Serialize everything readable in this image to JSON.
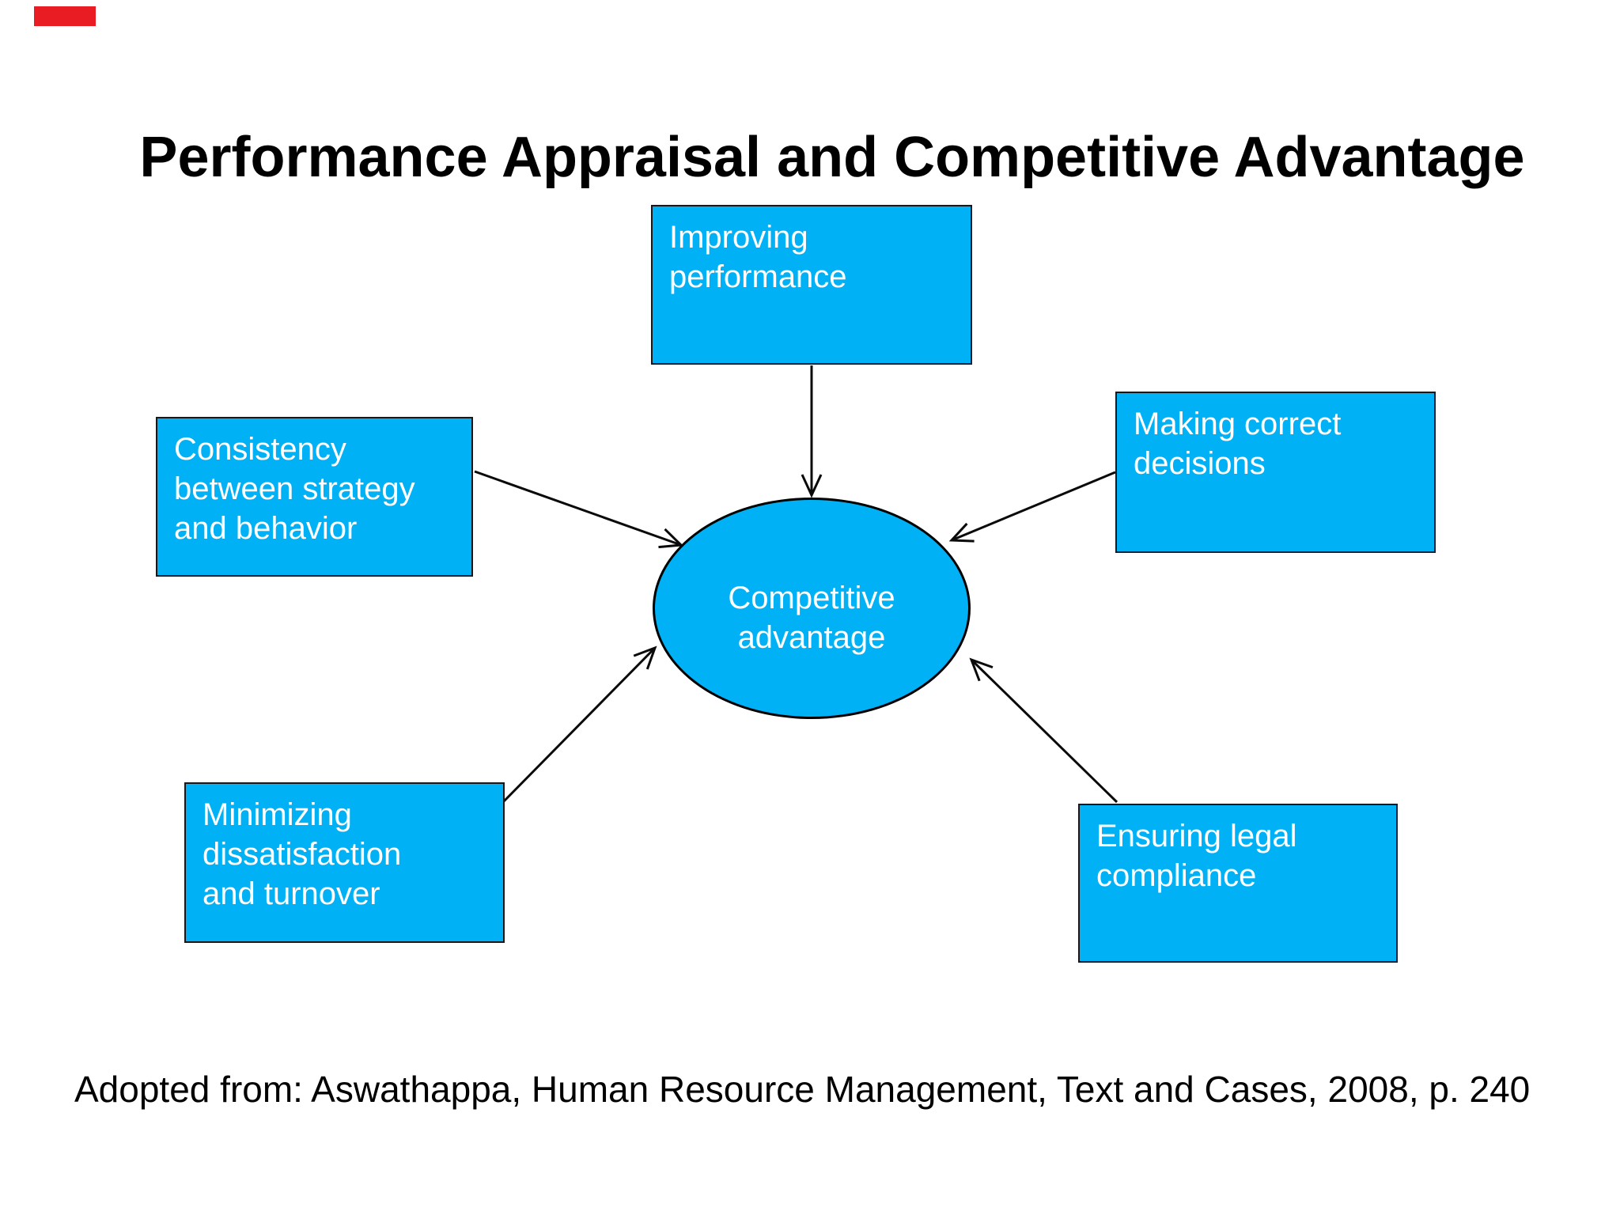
{
  "slide": {
    "title": "Performance Appraisal and Competitive Advantage",
    "source_note": "Adopted from: Aswathappa, Human Resource Management, Text and Cases, 2008, p. 240"
  },
  "colors": {
    "node_fill": "#00b2f5",
    "node_text": "#ffffff",
    "box_border": "#14181f",
    "ellipse_border": "#000000",
    "arrow": "#0a0a0a",
    "title_text": "#000000",
    "marker_red": "#e91c23"
  },
  "diagram": {
    "center_node": {
      "label": "Competitive\nadvantage"
    },
    "factor_nodes": [
      {
        "label": "Improving\nperformance"
      },
      {
        "label": "Consistency\nbetween strategy\nand behavior"
      },
      {
        "label": "Making correct\ndecisions"
      },
      {
        "label": "Minimizing\ndissatisfaction\nand turnover"
      },
      {
        "label": "Ensuring legal\ncompliance"
      }
    ]
  }
}
